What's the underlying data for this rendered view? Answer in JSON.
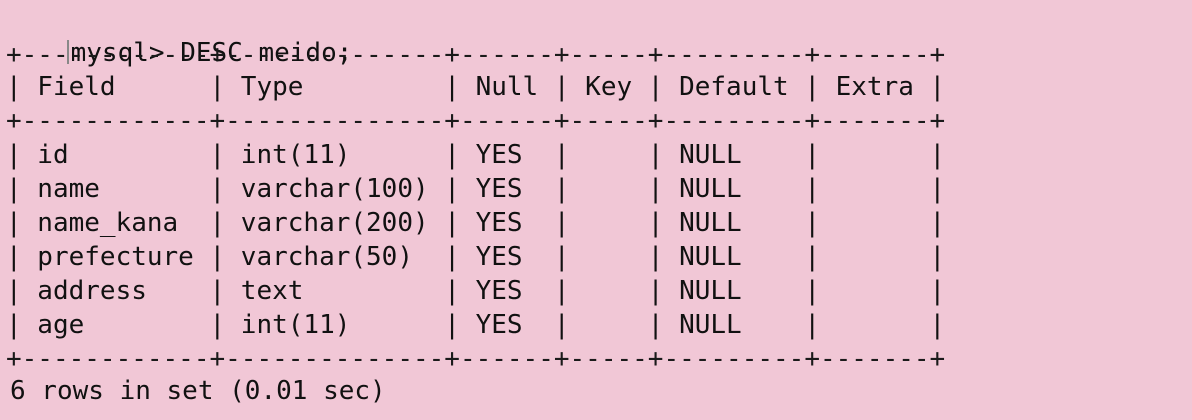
{
  "prompt": {
    "text": "mysql> DESC meido;"
  },
  "table": {
    "border": "+------------+--------------+------+-----+---------+-------+",
    "columns": [
      "Field",
      "Type",
      "Null",
      "Key",
      "Default",
      "Extra"
    ],
    "header_line": "| Field      | Type         | Null | Key | Default | Extra |",
    "rows": [
      {
        "field": "id",
        "type": "int(11)",
        "null": "YES",
        "key": "",
        "default": "NULL",
        "extra": "",
        "line": "| id         | int(11)      | YES  |     | NULL    |       |"
      },
      {
        "field": "name",
        "type": "varchar(100)",
        "null": "YES",
        "key": "",
        "default": "NULL",
        "extra": "",
        "line": "| name       | varchar(100) | YES  |     | NULL    |       |"
      },
      {
        "field": "name_kana",
        "type": "varchar(200)",
        "null": "YES",
        "key": "",
        "default": "NULL",
        "extra": "",
        "line": "| name_kana  | varchar(200) | YES  |     | NULL    |       |"
      },
      {
        "field": "prefecture",
        "type": "varchar(50)",
        "null": "YES",
        "key": "",
        "default": "NULL",
        "extra": "",
        "line": "| prefecture | varchar(50)  | YES  |     | NULL    |       |"
      },
      {
        "field": "address",
        "type": "text",
        "null": "YES",
        "key": "",
        "default": "NULL",
        "extra": "",
        "line": "| address    | text         | YES  |     | NULL    |       |"
      },
      {
        "field": "age",
        "type": "int(11)",
        "null": "YES",
        "key": "",
        "default": "NULL",
        "extra": "",
        "line": "| age        | int(11)      | YES  |     | NULL    |       |"
      }
    ]
  },
  "footer": {
    "text": "6 rows in set (0.01 sec)"
  },
  "colors": {
    "background": "#f1c7d6",
    "text": "#111111"
  }
}
